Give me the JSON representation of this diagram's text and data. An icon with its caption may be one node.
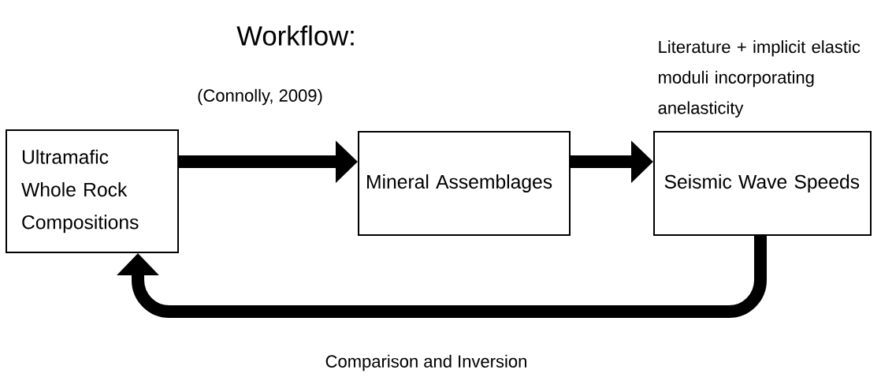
{
  "diagram": {
    "title": "Workflow:",
    "nodes": [
      {
        "text": [
          "Ultramafic Whole Rock Compositions"
        ]
      },
      {
        "text": [
          "Mineral Assemblages"
        ]
      },
      {
        "text": [
          "Seismic Wave Speeds"
        ]
      }
    ],
    "edges": [
      {
        "from": 0,
        "to": 1,
        "arrow": "to",
        "label": "(Connolly, 2009)"
      },
      {
        "from": 1,
        "to": 2,
        "arrow": "to",
        "label": "Literature + implicit elastic moduli incorporating anelasticity"
      },
      {
        "from": 2,
        "to": 0,
        "arrow": "to",
        "label": "Comparison and Inversion"
      }
    ]
  }
}
